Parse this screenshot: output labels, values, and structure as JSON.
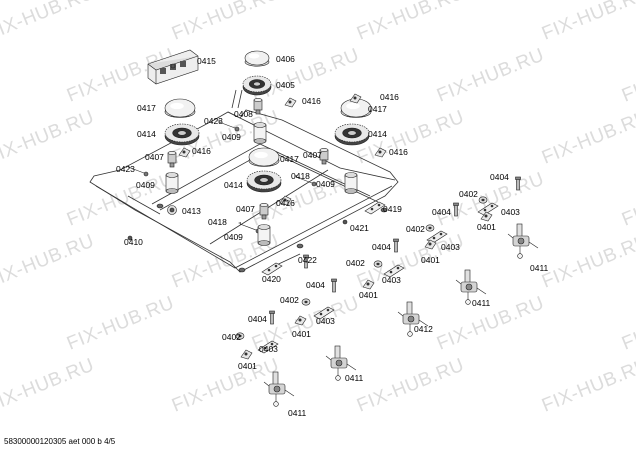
{
  "watermark": "FIX-HUB.RU",
  "footer": "58300000120305 aet 000 b 4/5",
  "parts": [
    {
      "id": "p1",
      "label": "0415",
      "kind": "connector"
    },
    {
      "id": "p2",
      "label": "0406",
      "kind": "cap-small"
    },
    {
      "id": "p3",
      "label": "0405",
      "kind": "burner"
    },
    {
      "id": "p4",
      "label": "0416",
      "kind": "clip"
    },
    {
      "id": "p5",
      "label": "0417",
      "kind": "cap-large"
    },
    {
      "id": "p6",
      "label": "0414",
      "kind": "burner-large"
    },
    {
      "id": "p7",
      "label": "0408",
      "kind": "nozzle"
    },
    {
      "id": "p8",
      "label": "0423",
      "kind": "thermocouple"
    },
    {
      "id": "p9",
      "label": "0409",
      "kind": "holder"
    },
    {
      "id": "p10",
      "label": "0417",
      "kind": "cap-large"
    },
    {
      "id": "p11",
      "label": "0414",
      "kind": "burner-large"
    },
    {
      "id": "p12",
      "label": "0416",
      "kind": "clip"
    },
    {
      "id": "p13",
      "label": "0407",
      "kind": "nozzle"
    },
    {
      "id": "p14",
      "label": "0416",
      "kind": "clip"
    },
    {
      "id": "p15",
      "label": "0407",
      "kind": "nozzle"
    },
    {
      "id": "p16",
      "label": "0416",
      "kind": "clip"
    },
    {
      "id": "p17",
      "label": "0417",
      "kind": "cap-large"
    },
    {
      "id": "p18",
      "label": "0423",
      "kind": "thermocouple"
    },
    {
      "id": "p19",
      "label": "0414",
      "kind": "burner-large"
    },
    {
      "id": "p20",
      "label": "0418",
      "kind": "thermocouple"
    },
    {
      "id": "p21",
      "label": "0409",
      "kind": "holder"
    },
    {
      "id": "p22",
      "label": "0409",
      "kind": "holder"
    },
    {
      "id": "p23",
      "label": "0413",
      "kind": "nut"
    },
    {
      "id": "p24",
      "label": "0407",
      "kind": "nozzle"
    },
    {
      "id": "p25",
      "label": "0416",
      "kind": "clip"
    },
    {
      "id": "p26",
      "label": "0418",
      "kind": "thermocouple"
    },
    {
      "id": "p27",
      "label": "0409",
      "kind": "holder"
    },
    {
      "id": "p28",
      "label": "0410",
      "kind": "frame"
    },
    {
      "id": "p29",
      "label": "0419",
      "kind": "bracket"
    },
    {
      "id": "p30",
      "label": "0421",
      "kind": "rail"
    },
    {
      "id": "p31",
      "label": "0420",
      "kind": "bracket"
    },
    {
      "id": "p32",
      "label": "0422",
      "kind": "screw"
    },
    {
      "id": "p33",
      "label": "0404",
      "kind": "screw"
    },
    {
      "id": "p34",
      "label": "0402",
      "kind": "washer"
    },
    {
      "id": "p35",
      "label": "0403",
      "kind": "bracket"
    },
    {
      "id": "p36",
      "label": "0401",
      "kind": "clip"
    },
    {
      "id": "p37",
      "label": "0411",
      "kind": "valve"
    },
    {
      "id": "p38",
      "label": "0404",
      "kind": "screw"
    },
    {
      "id": "p39",
      "label": "0402",
      "kind": "washer"
    },
    {
      "id": "p40",
      "label": "0403",
      "kind": "bracket"
    },
    {
      "id": "p41",
      "label": "0401",
      "kind": "clip"
    },
    {
      "id": "p42",
      "label": "0404",
      "kind": "screw"
    },
    {
      "id": "p43",
      "label": "0402",
      "kind": "washer"
    },
    {
      "id": "p44",
      "label": "0403",
      "kind": "bracket"
    },
    {
      "id": "p45",
      "label": "0401",
      "kind": "clip"
    },
    {
      "id": "p46",
      "label": "0411",
      "kind": "valve"
    },
    {
      "id": "p47",
      "label": "0412",
      "kind": "valve"
    },
    {
      "id": "p48",
      "label": "0404",
      "kind": "screw"
    },
    {
      "id": "p49",
      "label": "0402",
      "kind": "washer"
    },
    {
      "id": "p50",
      "label": "0403",
      "kind": "bracket"
    },
    {
      "id": "p51",
      "label": "0401",
      "kind": "clip"
    },
    {
      "id": "p52",
      "label": "0404",
      "kind": "screw"
    },
    {
      "id": "p53",
      "label": "0402",
      "kind": "washer"
    },
    {
      "id": "p54",
      "label": "0403",
      "kind": "bracket"
    },
    {
      "id": "p55",
      "label": "0401",
      "kind": "clip"
    },
    {
      "id": "p56",
      "label": "0411",
      "kind": "valve"
    },
    {
      "id": "p57",
      "label": "0411",
      "kind": "valve"
    }
  ]
}
